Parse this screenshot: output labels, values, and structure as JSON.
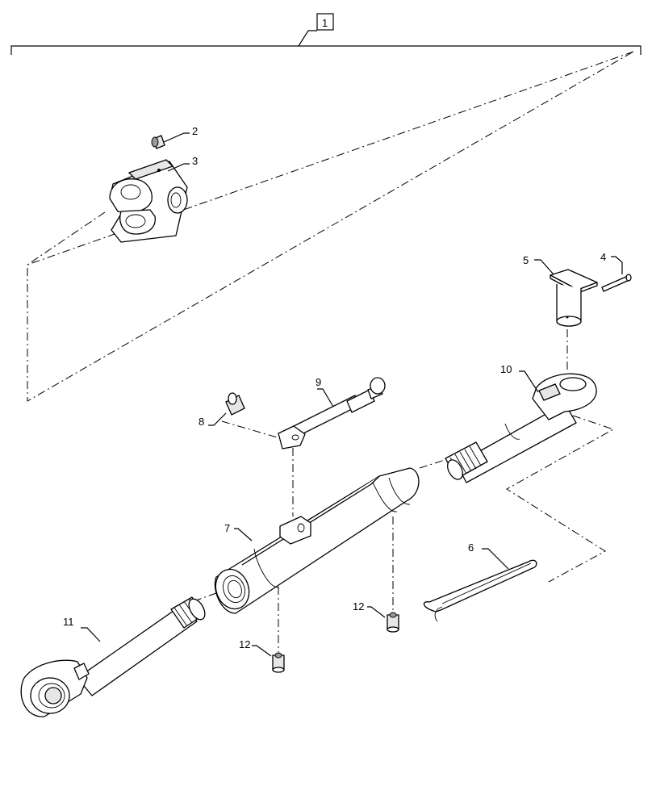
{
  "callouts": {
    "c1": "1",
    "c2": "2",
    "c3": "3",
    "c4": "4",
    "c5": "5",
    "c6": "6",
    "c7": "7",
    "c8": "8",
    "c9": "9",
    "c10": "10",
    "c11": "11",
    "c12a": "12",
    "c12b": "12"
  },
  "parts": [
    {
      "ref": "1",
      "icon": "assembly-bracket-icon"
    },
    {
      "ref": "2",
      "icon": "grease-fitting-icon"
    },
    {
      "ref": "3",
      "icon": "clevis-yoke-icon"
    },
    {
      "ref": "4",
      "icon": "pin-icon"
    },
    {
      "ref": "5",
      "icon": "clevis-pin-icon"
    },
    {
      "ref": "6",
      "icon": "spring-clip-icon"
    },
    {
      "ref": "7",
      "icon": "barrel-tube-icon"
    },
    {
      "ref": "8",
      "icon": "roll-pin-icon"
    },
    {
      "ref": "9",
      "icon": "handle-icon"
    },
    {
      "ref": "10",
      "icon": "threaded-rod-eye-icon"
    },
    {
      "ref": "11",
      "icon": "threaded-rod-ball-eye-icon"
    },
    {
      "ref": "12",
      "icon": "grease-fitting-icon"
    }
  ]
}
